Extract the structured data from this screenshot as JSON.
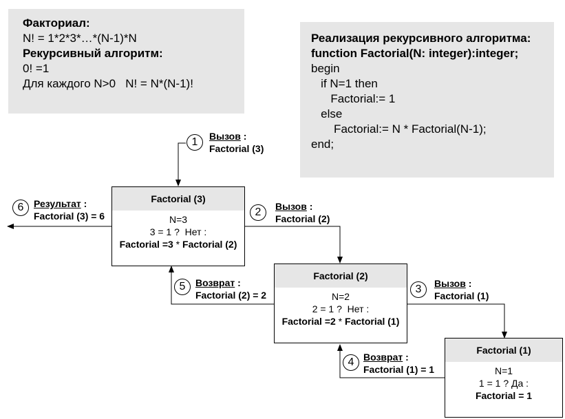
{
  "panels": {
    "definition": {
      "lines": [
        {
          "text": "Факториал:",
          "bold": true
        },
        {
          "text": "N! = 1*2*3*…*(N-1)*N",
          "bold": false
        },
        {
          "text": "",
          "bold": false
        },
        {
          "text": "Рекурсивный алгоритм:",
          "bold": true
        },
        {
          "text": "0! =1",
          "bold": false
        },
        {
          "text": "Для каждого N>0   N! = N*(N-1)!",
          "bold": false
        }
      ]
    },
    "implementation": {
      "lines": [
        {
          "text": "Реализация рекурсивного алгоритма:",
          "bold": true
        },
        {
          "text": "",
          "bold": false
        },
        {
          "text": "function Factorial(N: integer):integer;",
          "bold": true
        },
        {
          "text": "begin",
          "bold": false
        },
        {
          "text": "   if N=1 then",
          "bold": false
        },
        {
          "text": "      Factorial:= 1",
          "bold": false
        },
        {
          "text": "   else",
          "bold": false
        },
        {
          "text": "       Factorial:= N * Factorial(N-1);",
          "bold": false
        },
        {
          "text": "end;",
          "bold": false
        }
      ]
    }
  },
  "nodes": [
    {
      "header": "Factorial (3)",
      "lines": [
        "N=3",
        "3 = 1 ?  Нет :"
      ],
      "formula": {
        "left": "Factorial =3",
        "op": " * ",
        "right": "Factorial (2)"
      }
    },
    {
      "header": "Factorial (2)",
      "lines": [
        "N=2",
        "2 = 1 ?  Нет :"
      ],
      "formula": {
        "left": "Factorial =2",
        "op": " * ",
        "right": "Factorial (1)"
      }
    },
    {
      "header": "Factorial (1)",
      "lines": [
        "N=1",
        "1 = 1 ? Да :"
      ],
      "formula": {
        "left": "Factorial = 1",
        "op": "",
        "right": ""
      }
    }
  ],
  "steps": [
    {
      "num": "1",
      "title": "Вызов",
      "suffix": " :",
      "detail": "Factorial (3)"
    },
    {
      "num": "2",
      "title": "Вызов",
      "suffix": " :",
      "detail": "Factorial (2)"
    },
    {
      "num": "3",
      "title": "Вызов",
      "suffix": " :",
      "detail": "Factorial (1)"
    },
    {
      "num": "4",
      "title": "Возврат",
      "suffix": " :",
      "detail": "Factorial (1) = 1"
    },
    {
      "num": "5",
      "title": "Возврат",
      "suffix": " :",
      "detail": "Factorial (2) = 2"
    },
    {
      "num": "6",
      "title": "Результат",
      "suffix": " :",
      "detail": "Factorial (3) = 6"
    }
  ],
  "colors": {
    "panel": "#e6e6e6",
    "line": "#000000"
  }
}
